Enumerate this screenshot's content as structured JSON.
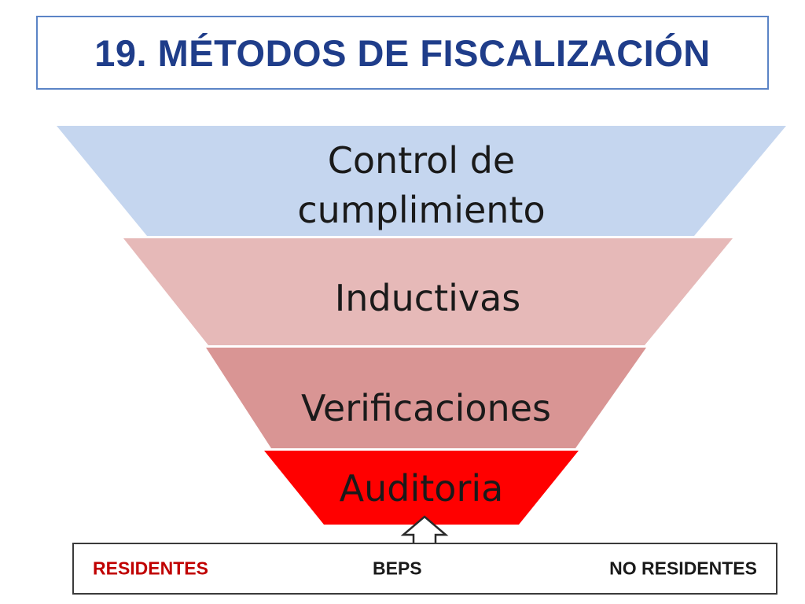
{
  "title": "19. MÉTODOS DE FISCALIZACIÓN",
  "funnel": {
    "levels": [
      {
        "lines": [
          "Control de",
          "cumplimiento"
        ],
        "color": "#c5d6ef"
      },
      {
        "lines": [
          "Inductivas"
        ],
        "color": "#e6b9b8"
      },
      {
        "lines": [
          "Verificaciones"
        ],
        "color": "#d99594"
      },
      {
        "lines": [
          "Auditoria"
        ],
        "color": "#ff0000"
      }
    ]
  },
  "bottom": {
    "residentes": "RESIDENTES",
    "beps": "BEPS",
    "no_residentes": "NO RESIDENTES",
    "residentes_color": "#c00000",
    "label_color": "#1a1a1a"
  }
}
